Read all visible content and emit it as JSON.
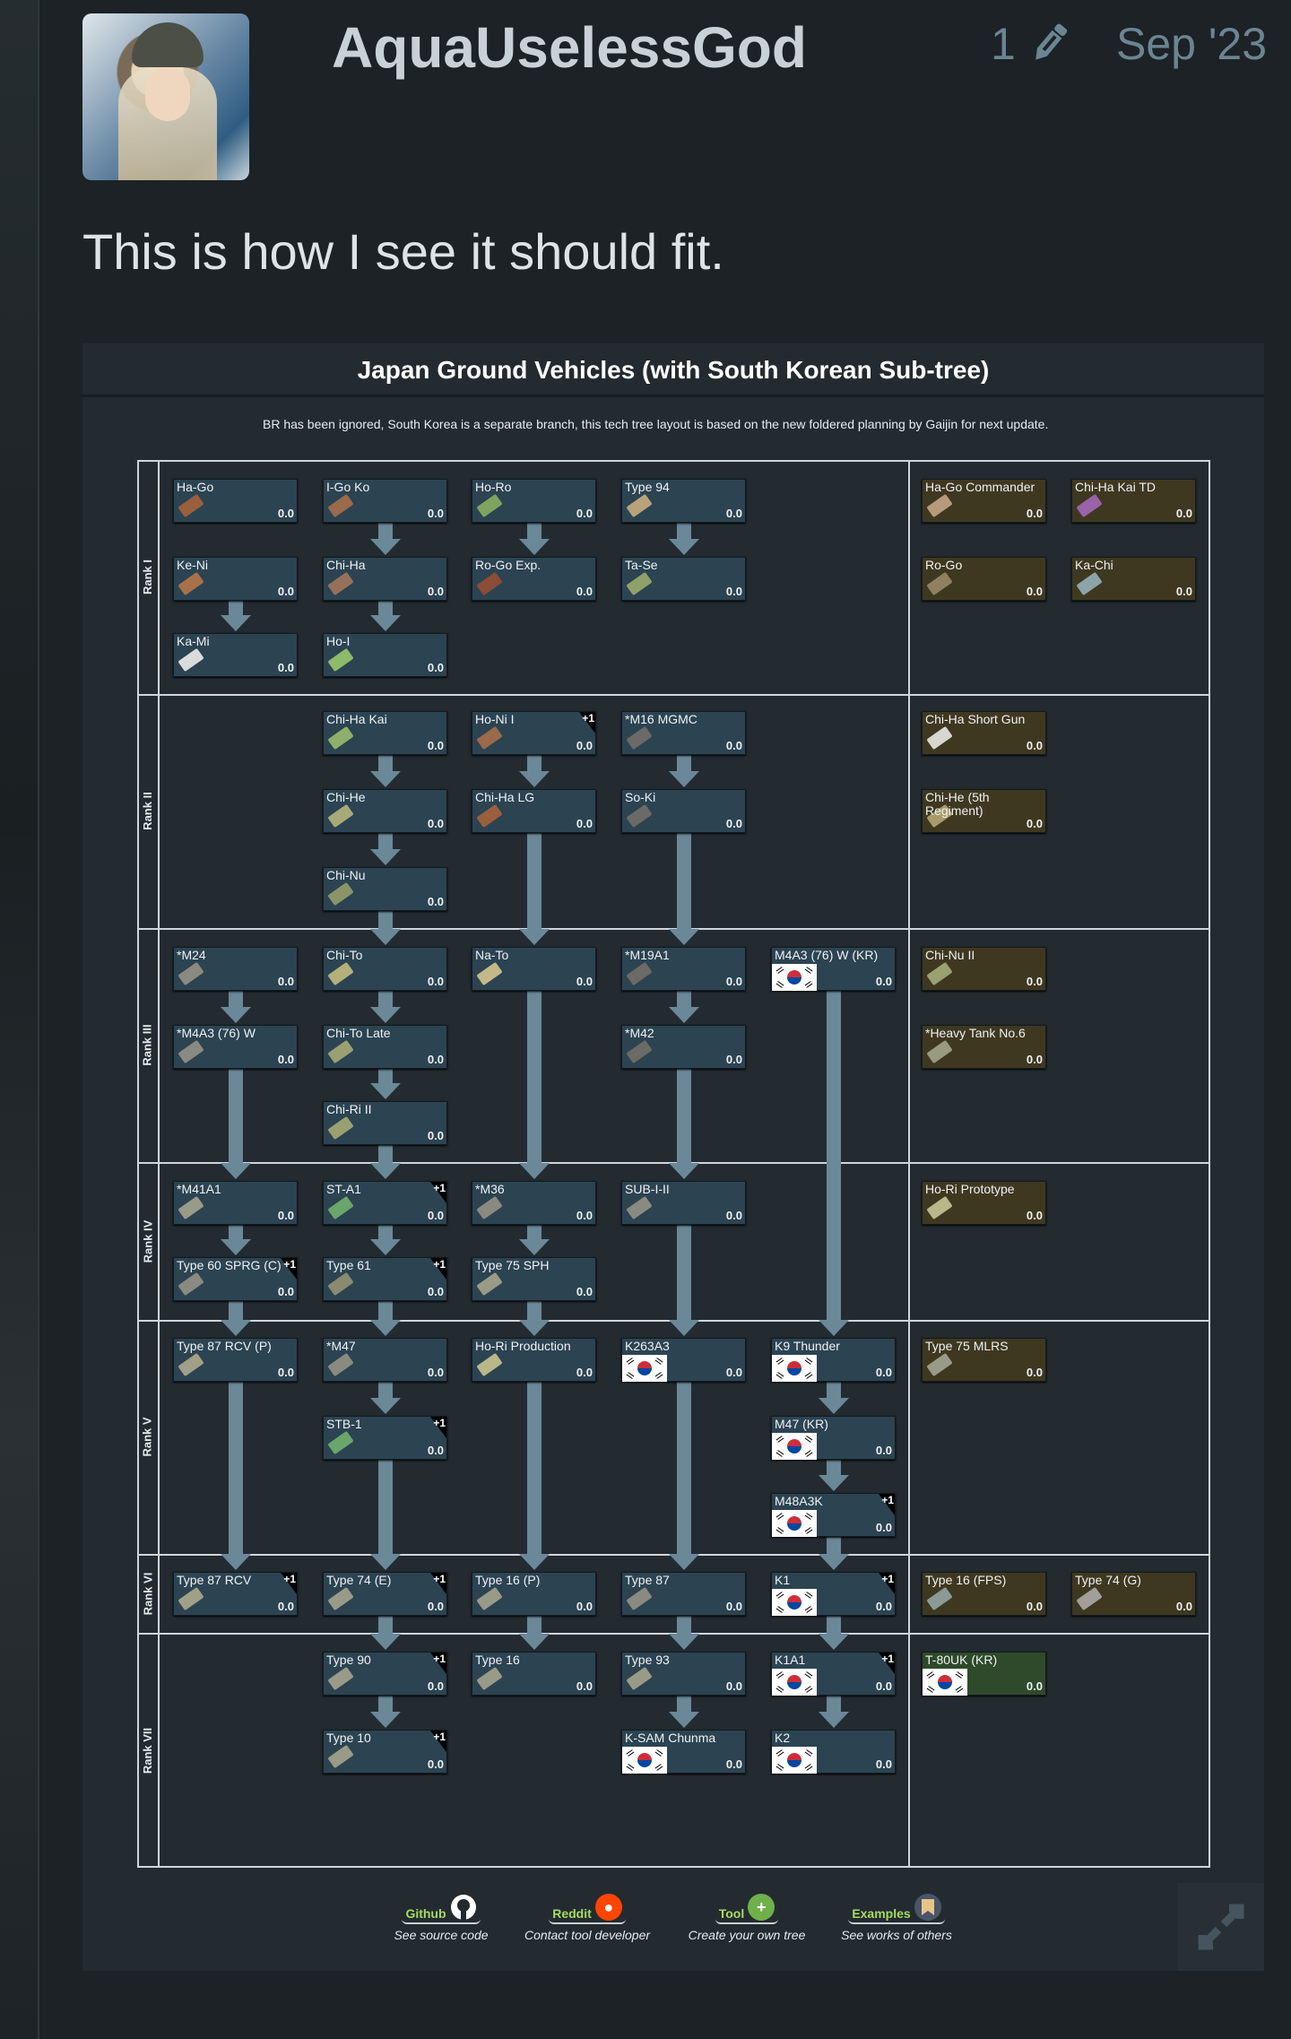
{
  "post": {
    "username": "AquaUselessGod",
    "edit_count": "1",
    "date": "Sep '23",
    "text": "This is how I see it should fit."
  },
  "tree": {
    "title": "Japan Ground Vehicles (with South Korean Sub-tree)",
    "description": "BR has been ignored, South Korea is a separate branch, this tech tree layout is based on the new foldered planning by Gaijin for next update.",
    "ranks": [
      "Rank I",
      "Rank II",
      "Rank III",
      "Rank IV",
      "Rank V",
      "Rank VI",
      "Rank VII"
    ],
    "vehicles": [
      {
        "name": "Ha-Go",
        "br": "0.0",
        "rank": "I",
        "color": "#9a5f3c"
      },
      {
        "name": "I-Go Ko",
        "br": "0.0",
        "rank": "I",
        "color": "#9a6a4a"
      },
      {
        "name": "Ho-Ro",
        "br": "0.0",
        "rank": "I",
        "color": "#7da35e"
      },
      {
        "name": "Type 94",
        "br": "0.0",
        "rank": "I",
        "color": "#b9a27a"
      },
      {
        "name": "Ha-Go Commander",
        "br": "0.0",
        "rank": "I",
        "premium": true,
        "color": "#b69a7a"
      },
      {
        "name": "Chi-Ha Kai TD",
        "br": "0.0",
        "rank": "I",
        "premium": true,
        "color": "#9a62a8"
      },
      {
        "name": "Ke-Ni",
        "br": "0.0",
        "rank": "I",
        "color": "#a8714a"
      },
      {
        "name": "Chi-Ha",
        "br": "0.0",
        "rank": "I",
        "color": "#96705a"
      },
      {
        "name": "Ro-Go Exp.",
        "br": "0.0",
        "rank": "I",
        "color": "#8a4d36"
      },
      {
        "name": "Ta-Se",
        "br": "0.0",
        "rank": "I",
        "color": "#8fa168"
      },
      {
        "name": "Ro-Go",
        "br": "0.0",
        "rank": "I",
        "premium": true,
        "color": "#8f8060"
      },
      {
        "name": "Ka-Chi",
        "br": "0.0",
        "rank": "I",
        "premium": true,
        "color": "#8aa4a8"
      },
      {
        "name": "Ka-Mi",
        "br": "0.0",
        "rank": "I",
        "color": "#d9dcdc"
      },
      {
        "name": "Ho-I",
        "br": "0.0",
        "rank": "I",
        "color": "#8eba6a"
      },
      {
        "name": "Chi-Ha Kai",
        "br": "0.0",
        "rank": "II",
        "color": "#8eb06a"
      },
      {
        "name": "Ho-Ni I",
        "br": "0.0",
        "rank": "II",
        "reserve": "+1",
        "color": "#9a6a4a"
      },
      {
        "name": "*M16 MGMC",
        "br": "0.0",
        "rank": "II",
        "color": "#6b6a66"
      },
      {
        "name": "Chi-Ha Short Gun",
        "br": "0.0",
        "rank": "II",
        "premium": true,
        "color": "#d7d7cf"
      },
      {
        "name": "Chi-He",
        "br": "0.0",
        "rank": "II",
        "color": "#a9a978"
      },
      {
        "name": "Chi-Ha LG",
        "br": "0.0",
        "rank": "II",
        "color": "#9a5f3c"
      },
      {
        "name": "So-Ki",
        "br": "0.0",
        "rank": "II",
        "color": "#6b6a66"
      },
      {
        "name": "Chi-He (5th Regiment)",
        "br": "0.0",
        "rank": "II",
        "premium": true,
        "color": "#a99a6a"
      },
      {
        "name": "Chi-Nu",
        "br": "0.0",
        "rank": "II",
        "color": "#8a9468"
      },
      {
        "name": "*M24",
        "br": "0.0",
        "rank": "III",
        "color": "#8a8a80"
      },
      {
        "name": "Chi-To",
        "br": "0.0",
        "rank": "III",
        "color": "#b3b07a"
      },
      {
        "name": "Na-To",
        "br": "0.0",
        "rank": "III",
        "color": "#c4b888"
      },
      {
        "name": "*M19A1",
        "br": "0.0",
        "rank": "III",
        "color": "#6b6a66"
      },
      {
        "name": "M4A3 (76) W (KR)",
        "br": "0.0",
        "rank": "III",
        "flag": "south-korea"
      },
      {
        "name": "Chi-Nu II",
        "br": "0.0",
        "rank": "III",
        "premium": true,
        "color": "#9aa070"
      },
      {
        "name": "*M4A3 (76) W",
        "br": "0.0",
        "rank": "III",
        "color": "#8a8a80"
      },
      {
        "name": "Chi-To Late",
        "br": "0.0",
        "rank": "III",
        "color": "#9aa070"
      },
      {
        "name": "*M42",
        "br": "0.0",
        "rank": "III",
        "color": "#6b6a66"
      },
      {
        "name": "*Heavy Tank No.6",
        "br": "0.0",
        "rank": "III",
        "premium": true,
        "color": "#9a9a80"
      },
      {
        "name": "Chi-Ri II",
        "br": "0.0",
        "rank": "III",
        "color": "#9aa070"
      },
      {
        "name": "*M41A1",
        "br": "0.0",
        "rank": "IV",
        "color": "#9a9a88"
      },
      {
        "name": "ST-A1",
        "br": "0.0",
        "rank": "IV",
        "reserve": "+1",
        "color": "#6aa56a"
      },
      {
        "name": "*M36",
        "br": "0.0",
        "rank": "IV",
        "color": "#8a8a80"
      },
      {
        "name": "SUB-I-II",
        "br": "0.0",
        "rank": "IV",
        "color": "#8a8a80"
      },
      {
        "name": "Ho-Ri Prototype",
        "br": "0.0",
        "rank": "IV",
        "premium": true,
        "color": "#b8b888"
      },
      {
        "name": "Type 60 SPRG (C)",
        "br": "0.0",
        "rank": "IV",
        "reserve": "+1",
        "color": "#8a8a80"
      },
      {
        "name": "Type 61",
        "br": "0.0",
        "rank": "IV",
        "reserve": "+1",
        "color": "#8a8a70"
      },
      {
        "name": "Type 75 SPH",
        "br": "0.0",
        "rank": "IV",
        "color": "#9a9a88"
      },
      {
        "name": "Type 87 RCV (P)",
        "br": "0.0",
        "rank": "V",
        "color": "#a0a088"
      },
      {
        "name": "*M47",
        "br": "0.0",
        "rank": "V",
        "color": "#8a8a80"
      },
      {
        "name": "Ho-Ri Production",
        "br": "0.0",
        "rank": "V",
        "color": "#b8b888"
      },
      {
        "name": "K263A3",
        "br": "0.0",
        "rank": "V",
        "flag": "south-korea"
      },
      {
        "name": "K9 Thunder",
        "br": "0.0",
        "rank": "V",
        "flag": "south-korea"
      },
      {
        "name": "Type 75 MLRS",
        "br": "0.0",
        "rank": "V",
        "premium": true,
        "color": "#9a9a88"
      },
      {
        "name": "STB-1",
        "br": "0.0",
        "rank": "V",
        "reserve": "+1",
        "color": "#6aa56a"
      },
      {
        "name": "M47 (KR)",
        "br": "0.0",
        "rank": "V",
        "flag": "south-korea"
      },
      {
        "name": "M48A3K",
        "br": "0.0",
        "rank": "V",
        "reserve": "+1",
        "flag": "south-korea"
      },
      {
        "name": "Type 87 RCV",
        "br": "0.0",
        "rank": "VI",
        "reserve": "+1",
        "color": "#a0a088"
      },
      {
        "name": "Type 74 (E)",
        "br": "0.0",
        "rank": "VI",
        "reserve": "+1",
        "color": "#9a9a88"
      },
      {
        "name": "Type 16 (P)",
        "br": "0.0",
        "rank": "VI",
        "color": "#9a9a88"
      },
      {
        "name": "Type 87",
        "br": "0.0",
        "rank": "VI",
        "color": "#8a8a80"
      },
      {
        "name": "K1",
        "br": "0.0",
        "rank": "VI",
        "reserve": "+1",
        "flag": "south-korea"
      },
      {
        "name": "Type 16 (FPS)",
        "br": "0.0",
        "rank": "VI",
        "premium": true,
        "color": "#8a9a98"
      },
      {
        "name": "Type 74 (G)",
        "br": "0.0",
        "rank": "VI",
        "premium": true,
        "color": "#a0a098"
      },
      {
        "name": "Type 90",
        "br": "0.0",
        "rank": "VII",
        "reserve": "+1",
        "color": "#9a9a88"
      },
      {
        "name": "Type 16",
        "br": "0.0",
        "rank": "VII",
        "color": "#9a9a88"
      },
      {
        "name": "Type 93",
        "br": "0.0",
        "rank": "VII",
        "color": "#9a9a88"
      },
      {
        "name": "K1A1",
        "br": "0.0",
        "rank": "VII",
        "reserve": "+1",
        "flag": "south-korea"
      },
      {
        "name": "T-80UK (KR)",
        "br": "0.0",
        "rank": "VII",
        "premium": true,
        "flag": "south-korea"
      },
      {
        "name": "Type 10",
        "br": "0.0",
        "rank": "VII",
        "reserve": "+1",
        "color": "#9a9a88"
      },
      {
        "name": "K-SAM Chunma",
        "br": "0.0",
        "rank": "VII",
        "flag": "south-korea"
      },
      {
        "name": "K2",
        "br": "0.0",
        "rank": "VII",
        "flag": "south-korea"
      }
    ]
  },
  "footer": [
    {
      "label": "Github",
      "sub": "See source code",
      "icon": "github-icon",
      "color": "#ffffff"
    },
    {
      "label": "Reddit",
      "sub": "Contact tool developer",
      "icon": "reddit-icon",
      "color": "#ff4500"
    },
    {
      "label": "Tool",
      "sub": "Create your own tree",
      "icon": "plus-icon",
      "color": "#6fb04a"
    },
    {
      "label": "Examples",
      "sub": "See works of others",
      "icon": "bookmark-icon",
      "color": "#4a5568"
    }
  ],
  "colors": {
    "background": "#1c2226",
    "panel": "#232b31",
    "card": "#2c4352",
    "premium": "#3f3820",
    "arrow": "#6a8898",
    "link": "#a7db5e"
  }
}
